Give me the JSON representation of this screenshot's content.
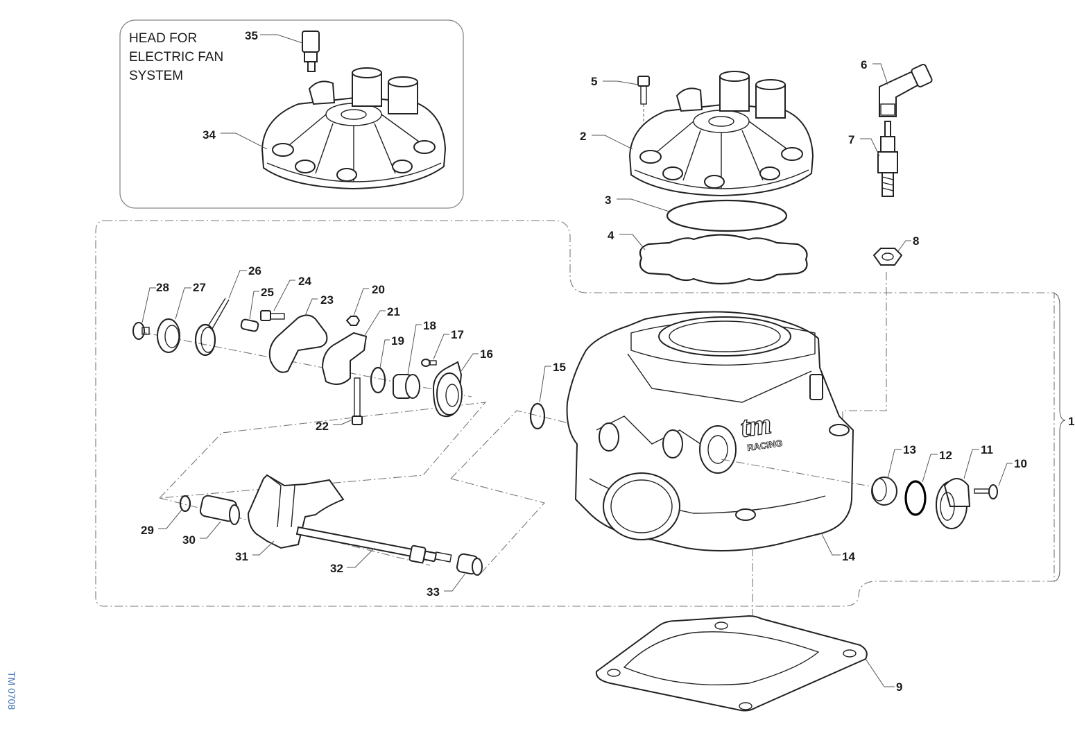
{
  "inset": {
    "lines": [
      "HEAD FOR",
      "ELECTRIC FAN",
      "SYSTEM"
    ]
  },
  "callouts": {
    "c1": "1",
    "c2": "2",
    "c3": "3",
    "c4": "4",
    "c5": "5",
    "c6": "6",
    "c7": "7",
    "c8": "8",
    "c9": "9",
    "c10": "10",
    "c11": "11",
    "c12": "12",
    "c13": "13",
    "c14": "14",
    "c15": "15",
    "c16": "16",
    "c17": "17",
    "c18": "18",
    "c19": "19",
    "c20": "20",
    "c21": "21",
    "c22": "22",
    "c23": "23",
    "c24": "24",
    "c25": "25",
    "c26": "26",
    "c27": "27",
    "c28": "28",
    "c29": "29",
    "c30": "30",
    "c31": "31",
    "c32": "32",
    "c33": "33",
    "c34": "34",
    "c35": "35"
  },
  "drawing_code": "TM 0708",
  "logo": {
    "brand": "tm",
    "sub": "RACING"
  }
}
